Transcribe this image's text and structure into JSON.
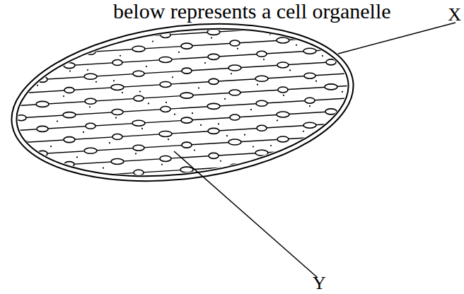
{
  "diagram": {
    "labels": [
      "below represents a cell organelle",
      "X",
      "Y"
    ]
  }
}
